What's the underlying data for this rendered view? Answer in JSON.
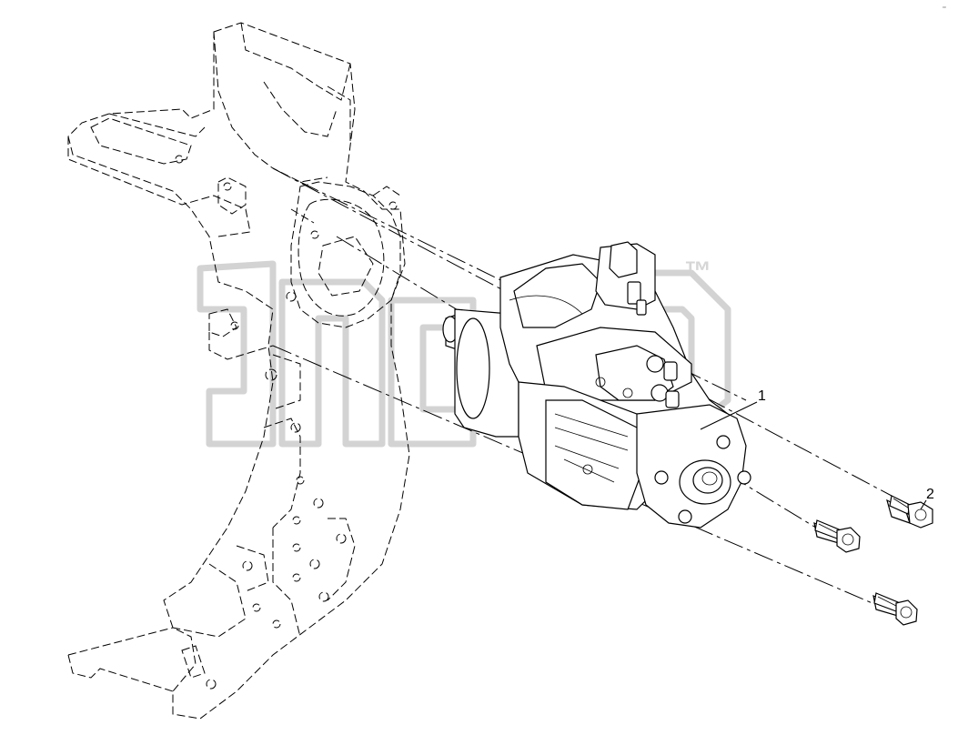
{
  "diagram": {
    "callouts": [
      {
        "id": "1",
        "label": "1"
      },
      {
        "id": "2",
        "label": "2"
      }
    ],
    "watermark": {
      "trademark": "™"
    },
    "corner_mark": "ᵒᵒ"
  }
}
